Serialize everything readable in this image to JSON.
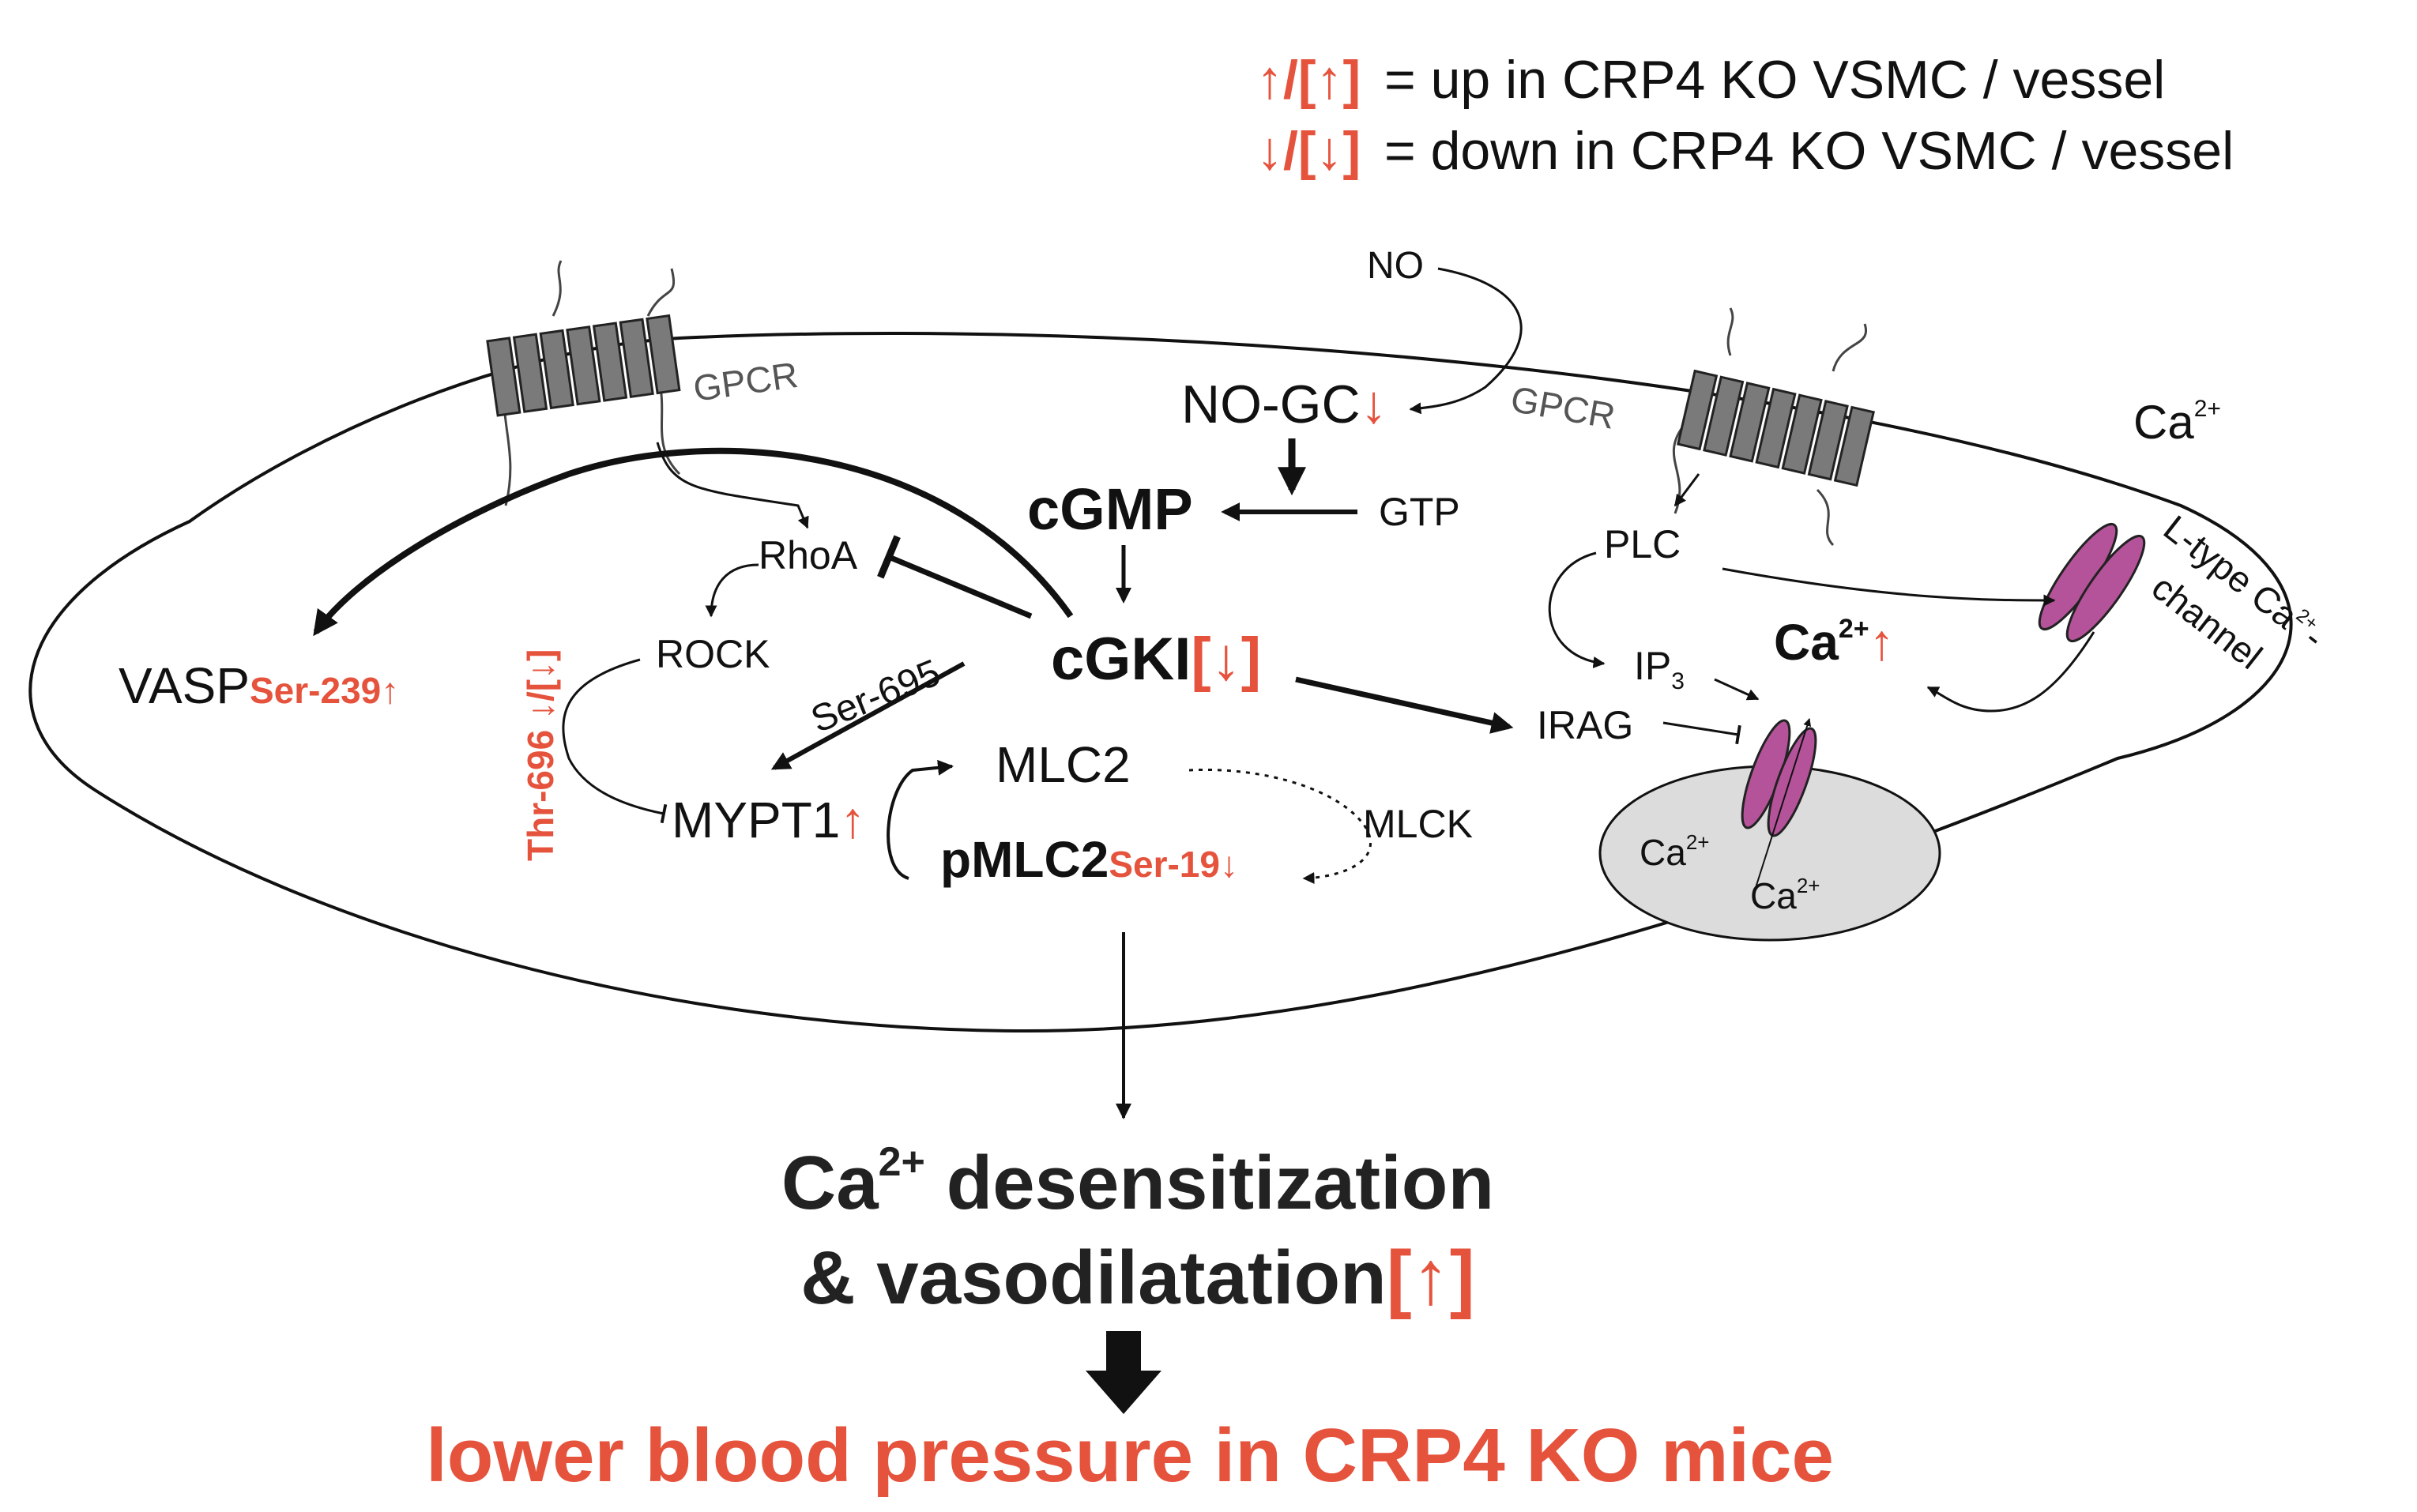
{
  "colors": {
    "text": "#111111",
    "accent": "#e5533d",
    "channel": "#b5539a",
    "receptor": "#7a7a7a",
    "store": "#dcdcdc"
  },
  "legend": {
    "up_symbol": "↑/[↑]",
    "up_text": "= up in CRP4 KO VSMC / vessel",
    "down_symbol": "↓/[↓]",
    "down_text": "= down in CRP4 KO VSMC / vessel"
  },
  "nodes": {
    "no": "NO",
    "no_gc": "NO-GC",
    "no_gc_mark": "↓",
    "gpcr_left": "GPCR",
    "gpcr_right": "GPCR",
    "cgmp": "cGMP",
    "gtp": "GTP",
    "rhoa": "RhoA",
    "rock": "ROCK",
    "cgki": "cGKI",
    "cgki_mark": "[↓]",
    "vasp": "VASP",
    "vasp_site": "Ser-239↑",
    "ser695": "Ser-695",
    "thr696": "Thr-696 ↓/[↓]",
    "mypt1": "MYPT1",
    "mypt1_mark": "↑",
    "mlc2": "MLC2",
    "pmlc2": "pMLC2",
    "pmlc2_site": "Ser-19↓",
    "mlck": "MLCK",
    "plc": "PLC",
    "ip3": "IP",
    "ip3_sub": "3",
    "irag": "IRAG",
    "ca_inner": "Ca",
    "ca_inner_sup": "2+",
    "ca_inner_mark": "↑",
    "ca_outer": "Ca",
    "ca_outer_sup": "2+",
    "ca_store1": "Ca",
    "ca_store1_sup": "2+",
    "ca_store2": "Ca",
    "ca_store2_sup": "2+",
    "ltype_1": "L-type Ca",
    "ltype_1_sup": "2+",
    "ltype_1_end": "-",
    "ltype_2": "channel"
  },
  "outcome": {
    "line1_a": "Ca",
    "line1_sup": "2+",
    "line1_b": " desensitization",
    "line2": "& vasodilatation",
    "line2_mark": "[↑]",
    "conclusion": "lower blood pressure in CRP4 KO mice"
  }
}
